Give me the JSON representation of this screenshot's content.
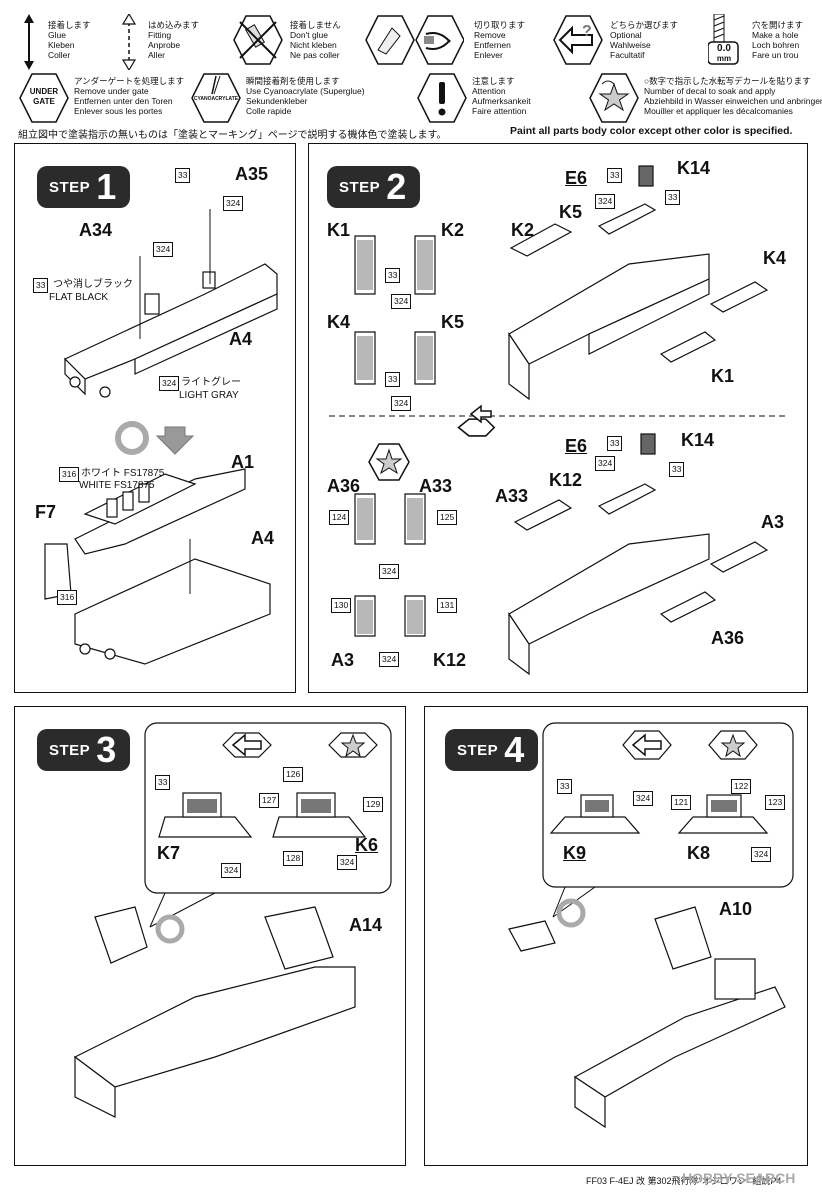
{
  "legend": [
    {
      "id": "glue",
      "icon": "glue-arrow-icon",
      "lines": [
        "接着します",
        "Glue",
        "Kleben",
        "Coller"
      ]
    },
    {
      "id": "fitting",
      "icon": "fitting-arrow-icon",
      "lines": [
        "はめ込みます",
        "Fitting",
        "Anprobe",
        "Aller"
      ]
    },
    {
      "id": "no-glue",
      "icon": "no-glue-icon",
      "lines": [
        "接着しません",
        "Don't glue",
        "Nicht kleben",
        "Ne pas coller"
      ]
    },
    {
      "id": "remove",
      "icon": "cutter-icon",
      "lines": [
        "切り取ります",
        "Remove",
        "Entfernen",
        "Enlever"
      ]
    },
    {
      "id": "optional",
      "icon": "optional-arrow-icon",
      "lines": [
        "どちらか選びます",
        "Optional",
        "Wahlweise",
        "Facultatif"
      ]
    },
    {
      "id": "hole",
      "icon": "drill-hole-icon",
      "hole_label": "0.0",
      "hole_unit": "mm",
      "lines": [
        "穴を開けます",
        "Make a hole",
        "Loch bohren",
        "Fare un trou"
      ]
    }
  ],
  "legend2": [
    {
      "id": "under-gate",
      "icon": "under-gate-icon",
      "icon_text": [
        "UNDER",
        "GATE"
      ],
      "lines": [
        "アンダーゲートを処理します",
        "Remove under gate",
        "Entfernen unter den Toren",
        "Enlever sous les portes"
      ]
    },
    {
      "id": "cyano",
      "icon": "cyanoacrylate-icon",
      "icon_text": [
        "CYANOACRYLATE"
      ],
      "lines": [
        "瞬間接着剤を使用します",
        "Use Cyanoacrylate (Superglue)",
        "Sekundenkleber",
        "Colle rapide"
      ]
    },
    {
      "id": "attention",
      "icon": "attention-icon",
      "lines": [
        "注意します",
        "Attention",
        "Aufmerksankeit",
        "Faire attention"
      ]
    },
    {
      "id": "decal",
      "icon": "decal-star-icon",
      "lines": [
        "○数字で指示した水転写デカールを貼ります",
        "Number of decal to soak and apply",
        "Abziehbild in Wasser einweichen und anbringen",
        "Mouiller et appliquer les décalcomanies"
      ]
    }
  ],
  "notes": {
    "jp": "組立図中で塗装指示の無いものは「塗装とマーキング」ページで説明する機体色で塗装します。",
    "en": "Paint all parts body color except other color is specified."
  },
  "step_word": "STEP",
  "steps": {
    "s1": {
      "number": "1",
      "parts": [
        "A35",
        "A34",
        "A4",
        "A1",
        "F7",
        "A4"
      ],
      "colors": [
        {
          "code": "33",
          "jp": "つや消しブラック",
          "en": "FLAT BLACK"
        },
        {
          "code": "324",
          "jp": "ライトグレー",
          "en": "LIGHT GRAY"
        },
        {
          "code": "316",
          "jp": "ホワイト FS17875",
          "en": "WHITE FS17875"
        }
      ],
      "codes": [
        "33",
        "324",
        "324",
        "316",
        "33"
      ]
    },
    "s2": {
      "number": "2",
      "parts": [
        "K1",
        "K2",
        "K4",
        "K5",
        "E6",
        "K14",
        "K5",
        "K2",
        "K4",
        "K1",
        "A36",
        "A33",
        "A3",
        "K12",
        "E6",
        "K14",
        "K12",
        "A33",
        "A3",
        "A36"
      ],
      "codes": [
        "33",
        "324",
        "33",
        "324",
        "33",
        "324",
        "33",
        "124",
        "125",
        "324",
        "130",
        "131",
        "324",
        "33",
        "324",
        "33"
      ]
    },
    "s3": {
      "number": "3",
      "parts": [
        "K7",
        "K6",
        "A14"
      ],
      "codes": [
        "33",
        "324",
        "126",
        "127",
        "129",
        "128",
        "324"
      ]
    },
    "s4": {
      "number": "4",
      "parts": [
        "K9",
        "K8",
        "A10"
      ],
      "codes": [
        "33",
        "324",
        "122",
        "121",
        "123",
        "324"
      ]
    }
  },
  "footer": "FF03 F-4EJ 改 第302飛行隊\"オジロワシ\" 組説P4",
  "watermark": "HOBBY SEARCH"
}
